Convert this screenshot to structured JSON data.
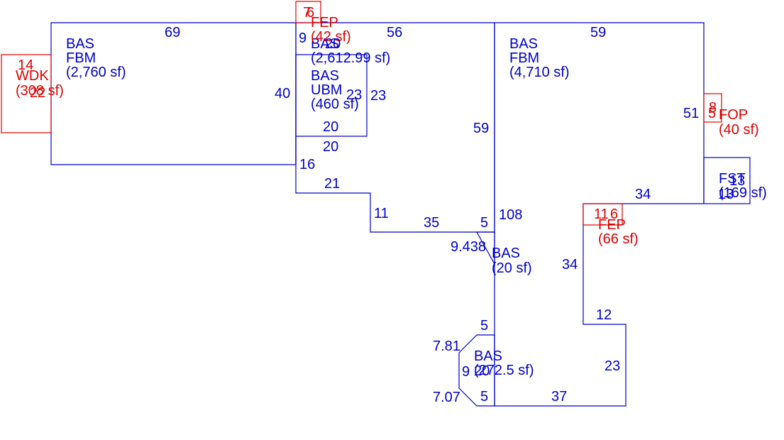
{
  "colors": {
    "structure": "#0000cc",
    "exterior": "#dd0000",
    "background": "#ffffff"
  },
  "areas": {
    "bas_fbm_west": {
      "code": "BAS",
      "sub": "FBM",
      "area": "(2,760 sf)"
    },
    "bas_center": {
      "code": "BAS",
      "area": "(2,612.99 sf)"
    },
    "bas_ubm": {
      "code": "BAS",
      "sub": "UBM",
      "area": "(460 sf)"
    },
    "bas_fbm_east": {
      "code": "BAS",
      "sub": "FBM",
      "area": "(4,710 sf)"
    },
    "bas_small": {
      "code": "BAS",
      "area": "(20 sf)"
    },
    "bas_octagon": {
      "code": "BAS",
      "area": "(272.5 sf)"
    },
    "fst": {
      "code": "FST",
      "area": "(169 sf)"
    },
    "wdk": {
      "code": "WDK",
      "area": "(308 sf)"
    },
    "fep_top": {
      "code": "FEP",
      "area": "(42 sf)"
    },
    "fop": {
      "code": "FOP",
      "area": "(40 sf)"
    },
    "fep_mid": {
      "code": "FEP",
      "area": "(66 sf)"
    }
  },
  "dimensions": {
    "d69": "69",
    "d56": "56",
    "d59_top": "59",
    "d9": "9",
    "d40": "40",
    "d23_a": "23",
    "d23_b": "23",
    "d20_a": "20",
    "d20_b": "20",
    "d59_mid": "59",
    "d51": "51",
    "d16": "16",
    "d21": "21",
    "d11": "11",
    "d35": "35",
    "d5_a": "5",
    "d108": "108",
    "d34_top": "34",
    "d13_a": "13",
    "d13_b": "13",
    "d9438": "9.438",
    "d34_side": "34",
    "d12": "12",
    "d5_b": "5",
    "d781": "7.81",
    "d9_oct": "9",
    "d20_oct": "20",
    "d23_c": "23",
    "d707": "7.07",
    "d5_c": "5",
    "d37": "37"
  },
  "exterior_dimensions": {
    "wdk_14": "14",
    "wdk_22": "22",
    "fep_7": "7",
    "fep_6": "6",
    "fop_8": "8",
    "fop_5": "5",
    "fep_11": "11",
    "fep_6b": "6"
  }
}
